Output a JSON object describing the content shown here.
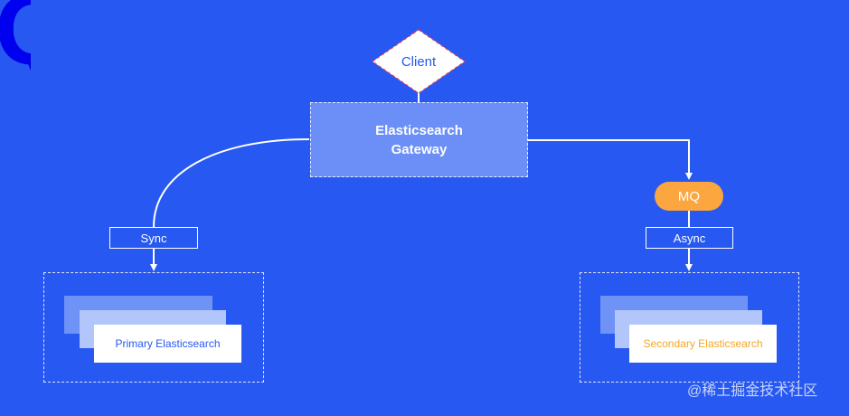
{
  "nodes": {
    "client": "Client",
    "gateway_line1": "Elasticsearch",
    "gateway_line2": "Gateway",
    "mq": "MQ",
    "sync": "Sync",
    "async": "Async",
    "primary": "Primary Elasticsearch",
    "secondary": "Secondary Elasticsearch"
  },
  "watermark": "@稀土掘金技术社区",
  "colors": {
    "background": "#2758f1",
    "gateway_fill": "#6b8ff7",
    "mq_fill": "#fba63f",
    "secondary_text": "#f5a623"
  }
}
